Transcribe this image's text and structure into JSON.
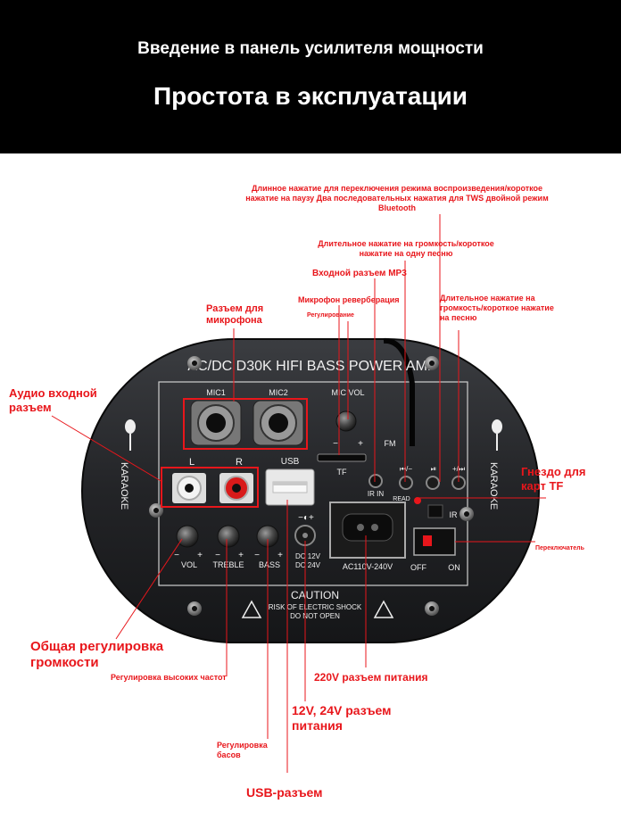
{
  "header": {
    "subtitle": "Введение в панель усилителя мощности",
    "title": "Простота в эксплуатации"
  },
  "panel": {
    "model": "AC/DC D30K HIFI BASS POWER AMP",
    "karaoke": "KARAOKE",
    "mic1": "MIC1",
    "mic2": "MIC2",
    "mic_vol": "MIC VOL",
    "usb": "USB",
    "left": "L",
    "right": "R",
    "tf": "TF",
    "ir_in": "IR IN",
    "fm": "FM",
    "read": "READ",
    "ir": "IR",
    "vol": "VOL",
    "treble": "TREBLE",
    "bass": "BASS",
    "dc12": "DC 12V",
    "dc24": "DC 24V",
    "ac": "AC110V-240V",
    "off": "OFF",
    "on": "ON",
    "caution": "CAUTION",
    "risk1": "RISK OF ELECTRIC SHOCK",
    "risk2": "DO NOT OPEN",
    "minus": "−",
    "plus": "+",
    "prev_btn": "⏮/−",
    "play_btn": "⏯",
    "next_btn": "+/⏭"
  },
  "annotations": {
    "long_press_mode_1": "Длинное нажатие для переключения режима воспроизведения/короткое",
    "long_press_mode_2": "нажатие на паузу Два последовательных нажатия для TWS двойной режим",
    "long_press_mode_3": "Bluetooth",
    "vol_down_1": "Длительное нажатие на громкость/короткое",
    "vol_down_2": "нажатие на одну песню",
    "mp3_input": "Входной разъем MP3",
    "mic_reverb": "Микрофон реверберация",
    "regulation": "Регулирование",
    "vol_up_1": "Длительное нажатие на",
    "vol_up_2": "громкость/короткое нажатие",
    "vol_up_3": "на песню",
    "mic_jack_1": "Разъем для",
    "mic_jack_2": "микрофона",
    "audio_in_1": "Аудио входной",
    "audio_in_2": "разъем",
    "tf_slot_1": "Гнездо для",
    "tf_slot_2": "карт TF",
    "switch": "Переключатель",
    "master_vol_1": "Общая регулировка",
    "master_vol_2": "громкости",
    "treble_adj": "Регулировка высоких частот",
    "ac_power": "220V разъем питания",
    "dc_power_1": "12V, 24V разъем",
    "dc_power_2": "питания",
    "bass_adj_1": "Регулировка",
    "bass_adj_2": "басов",
    "usb_port": "USB-разъем"
  }
}
